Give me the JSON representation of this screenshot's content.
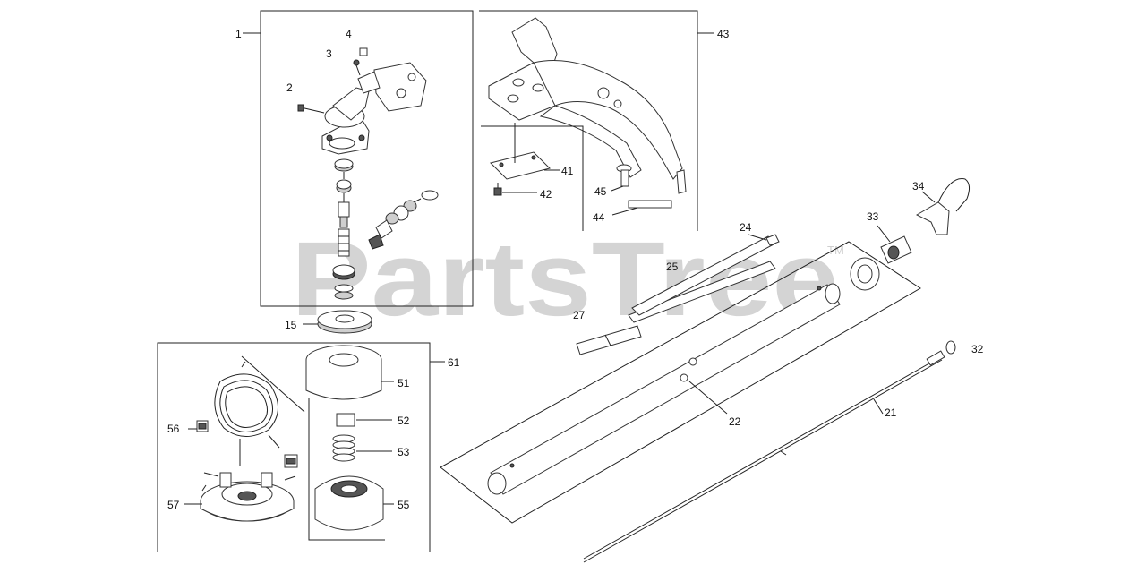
{
  "watermark": {
    "text": "PartsTree",
    "mark": "TM"
  },
  "callouts": [
    {
      "id": "c1",
      "text": "1"
    },
    {
      "id": "c2",
      "text": "2"
    },
    {
      "id": "c3",
      "text": "3"
    },
    {
      "id": "c4",
      "text": "4"
    },
    {
      "id": "c15",
      "text": "15"
    },
    {
      "id": "c21",
      "text": "21"
    },
    {
      "id": "c22",
      "text": "22"
    },
    {
      "id": "c24",
      "text": "24"
    },
    {
      "id": "c25",
      "text": "25"
    },
    {
      "id": "c27",
      "text": "27"
    },
    {
      "id": "c32",
      "text": "32"
    },
    {
      "id": "c33",
      "text": "33"
    },
    {
      "id": "c34",
      "text": "34"
    },
    {
      "id": "c41",
      "text": "41"
    },
    {
      "id": "c42",
      "text": "42"
    },
    {
      "id": "c43",
      "text": "43"
    },
    {
      "id": "c44",
      "text": "44"
    },
    {
      "id": "c45",
      "text": "45"
    },
    {
      "id": "c51",
      "text": "51"
    },
    {
      "id": "c52",
      "text": "52"
    },
    {
      "id": "c53",
      "text": "53"
    },
    {
      "id": "c55",
      "text": "55"
    },
    {
      "id": "c56",
      "text": "56"
    },
    {
      "id": "c57",
      "text": "57"
    },
    {
      "id": "c61",
      "text": "61"
    }
  ]
}
